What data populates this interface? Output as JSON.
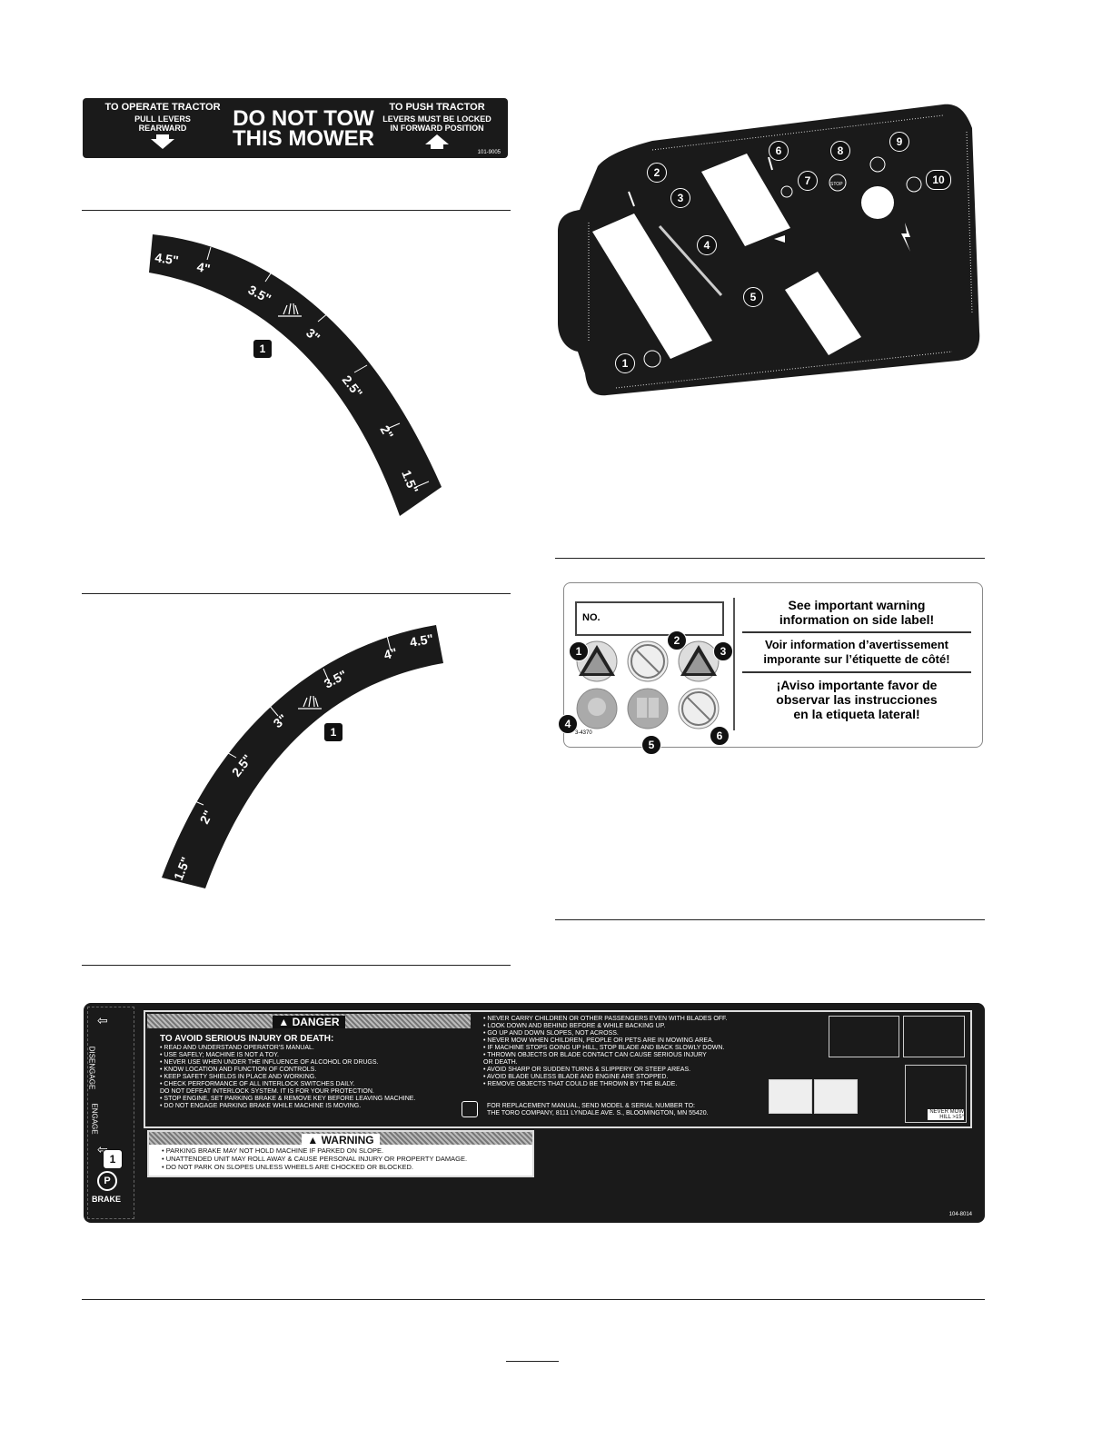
{
  "tow_decal": {
    "left_title": "TO OPERATE TRACTOR",
    "left_line1": "PULL LEVERS",
    "left_line2": "REARWARD",
    "center_line1": "DO NOT TOW",
    "center_line2": "THIS MOWER",
    "right_title": "TO PUSH TRACTOR",
    "right_line1": "LEVERS MUST BE LOCKED",
    "right_line2": "IN FORWARD POSITION",
    "part_no": "101-9005"
  },
  "height_decal_a": {
    "ticks": [
      "4.5\"",
      "4\"",
      "3.5\"",
      "3\"",
      "2.5\"",
      "2\"",
      "1.5\""
    ],
    "callout": "1"
  },
  "height_decal_b": {
    "ticks": [
      "1.5\"",
      "2\"",
      "2.5\"",
      "3\"",
      "3.5\"",
      "4\"",
      "4.5\""
    ],
    "callout": "1"
  },
  "control_panel": {
    "callouts": [
      "1",
      "2",
      "3",
      "4",
      "5",
      "6",
      "7",
      "8",
      "9",
      "10"
    ],
    "stop_label": "STOP"
  },
  "warning_decal": {
    "no_label": "NO.",
    "en_line1": "See important warning",
    "en_line2": "information on side label!",
    "fr_line1": "Voir information d’avertissement",
    "fr_line2": "imporante sur l’étiquette de côté!",
    "es_line1": "¡Aviso importante favor de",
    "es_line2": "observar las instrucciones",
    "es_line3": "en la etiqueta lateral!",
    "part_no": "3-4370",
    "callouts": [
      "1",
      "2",
      "3",
      "4",
      "5",
      "6"
    ]
  },
  "danger_decal": {
    "disengage": "DISENGAGE",
    "engage": "ENGAGE",
    "brake": "BRAKE",
    "callout": "1",
    "danger_title": "DANGER",
    "danger_heading": "TO AVOID SERIOUS INJURY OR DEATH:",
    "danger_left": [
      "• READ AND UNDERSTAND OPERATOR'S MANUAL.",
      "• USE SAFELY; MACHINE IS NOT A TOY.",
      "• NEVER USE WHEN UNDER THE INFLUENCE OF ALCOHOL OR DRUGS.",
      "• KNOW LOCATION AND FUNCTION OF CONTROLS.",
      "• KEEP SAFETY SHIELDS IN PLACE AND WORKING.",
      "• CHECK PERFORMANCE OF ALL INTERLOCK SWITCHES DAILY.",
      "  DO NOT DEFEAT INTERLOCK SYSTEM. IT IS FOR YOUR PROTECTION.",
      "• STOP ENGINE, SET PARKING BRAKE & REMOVE KEY BEFORE LEAVING MACHINE.",
      "• DO NOT ENGAGE PARKING BRAKE WHILE MACHINE IS MOVING."
    ],
    "danger_right": [
      "• NEVER CARRY CHILDREN OR OTHER PASSENGERS EVEN WITH BLADES OFF.",
      "• LOOK DOWN AND BEHIND BEFORE & WHILE BACKING UP.",
      "• GO UP AND DOWN SLOPES, NOT ACROSS.",
      "• NEVER MOW WHEN CHILDREN, PEOPLE OR PETS ARE IN MOWING AREA.",
      "• IF MACHINE STOPS GOING UP HILL, STOP BLADE AND BACK SLOWLY DOWN.",
      "• THROWN OBJECTS OR BLADE CONTACT CAN CAUSE SERIOUS INJURY",
      "  OR DEATH.",
      "• AVOID SHARP OR SUDDEN TURNS & SLIPPERY OR STEEP AREAS.",
      "• AVOID BLADE UNLESS BLADE AND ENGINE ARE STOPPED.",
      "• REMOVE OBJECTS THAT COULD BE THROWN BY THE BLADE."
    ],
    "replacement_1": "FOR REPLACEMENT MANUAL, SEND MODEL & SERIAL NUMBER TO:",
    "replacement_2": "THE TORO COMPANY, 8111 LYNDALE AVE. S., BLOOMINGTON, MN 55420.",
    "never_mow": "NEVER MOW HILL >15°",
    "warning_title": "WARNING",
    "warning_lines": [
      "• PARKING BRAKE MAY NOT HOLD MACHINE IF PARKED ON SLOPE.",
      "• UNATTENDED UNIT MAY ROLL AWAY & CAUSE PERSONAL INJURY OR PROPERTY DAMAGE.",
      "• DO NOT PARK ON SLOPES UNLESS WHEELS ARE CHOCKED OR BLOCKED."
    ],
    "part_no": "104-8014"
  }
}
